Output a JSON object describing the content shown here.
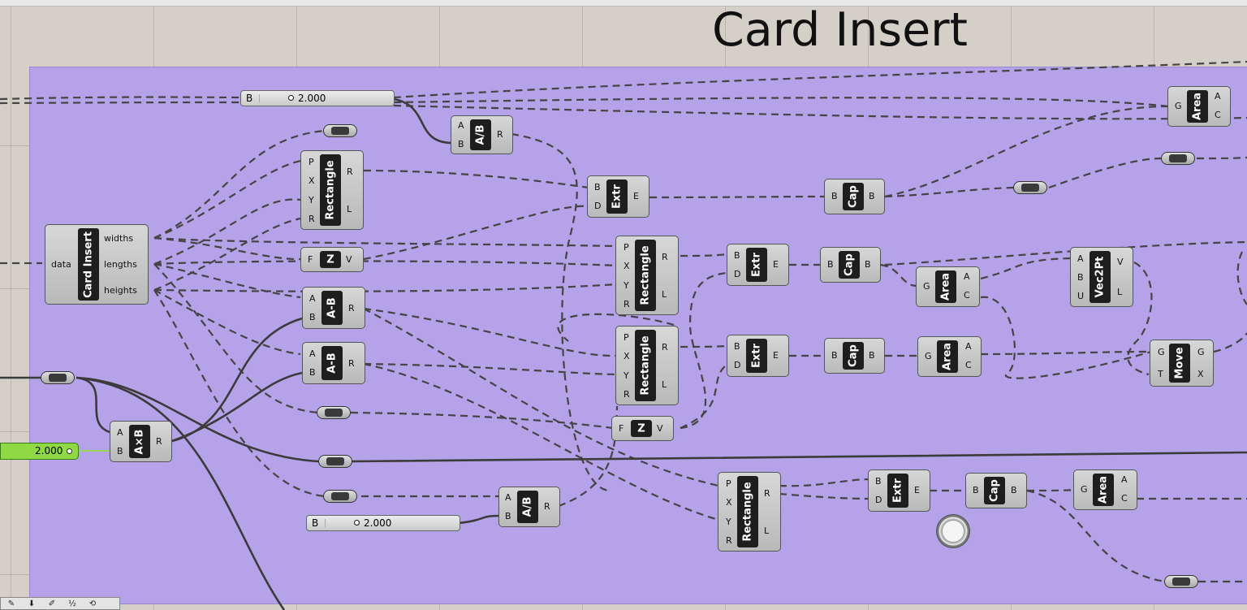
{
  "group": {
    "title": "Card Insert",
    "color": "#b4a3e8"
  },
  "components": [
    {
      "id": "cardinsert",
      "nick": "Card Insert",
      "inputs": [
        "data"
      ],
      "outputs": [
        "widths",
        "lengths",
        "heights"
      ]
    },
    {
      "id": "rect1",
      "nick": "Rectangle",
      "inputs": [
        "P",
        "X",
        "Y",
        "R"
      ],
      "outputs": [
        "R",
        "L"
      ]
    },
    {
      "id": "z1",
      "nick": "Z",
      "inputs": [
        "F"
      ],
      "outputs": [
        "V"
      ]
    },
    {
      "id": "sub1",
      "nick": "A-B",
      "inputs": [
        "A",
        "B"
      ],
      "outputs": [
        "R"
      ]
    },
    {
      "id": "sub2",
      "nick": "A-B",
      "inputs": [
        "A",
        "B"
      ],
      "outputs": [
        "R"
      ]
    },
    {
      "id": "mul1",
      "nick": "A×B",
      "inputs": [
        "A",
        "B"
      ],
      "outputs": [
        "R"
      ]
    },
    {
      "id": "div1",
      "nick": "A/B",
      "inputs": [
        "A",
        "B"
      ],
      "outputs": [
        "R"
      ]
    },
    {
      "id": "div2",
      "nick": "A/B",
      "inputs": [
        "A",
        "B"
      ],
      "outputs": [
        "R"
      ]
    },
    {
      "id": "extr1",
      "nick": "Extr",
      "inputs": [
        "B",
        "D"
      ],
      "outputs": [
        "E"
      ]
    },
    {
      "id": "rect2",
      "nick": "Rectangle",
      "inputs": [
        "P",
        "X",
        "Y",
        "R"
      ],
      "outputs": [
        "R",
        "L"
      ]
    },
    {
      "id": "rect3",
      "nick": "Rectangle",
      "inputs": [
        "P",
        "X",
        "Y",
        "R"
      ],
      "outputs": [
        "R",
        "L"
      ]
    },
    {
      "id": "z2",
      "nick": "Z",
      "inputs": [
        "F"
      ],
      "outputs": [
        "V"
      ]
    },
    {
      "id": "rect4",
      "nick": "Rectangle",
      "inputs": [
        "P",
        "X",
        "Y",
        "R"
      ],
      "outputs": [
        "R",
        "L"
      ]
    },
    {
      "id": "extr2",
      "nick": "Extr",
      "inputs": [
        "B",
        "D"
      ],
      "outputs": [
        "E"
      ]
    },
    {
      "id": "extr3",
      "nick": "Extr",
      "inputs": [
        "B",
        "D"
      ],
      "outputs": [
        "E"
      ]
    },
    {
      "id": "extr4",
      "nick": "Extr",
      "inputs": [
        "B",
        "D"
      ],
      "outputs": [
        "E"
      ]
    },
    {
      "id": "cap1",
      "nick": "Cap",
      "inputs": [
        "B"
      ],
      "outputs": [
        "B"
      ]
    },
    {
      "id": "cap2",
      "nick": "Cap",
      "inputs": [
        "B"
      ],
      "outputs": [
        "B"
      ]
    },
    {
      "id": "cap3",
      "nick": "Cap",
      "inputs": [
        "B"
      ],
      "outputs": [
        "B"
      ]
    },
    {
      "id": "cap4",
      "nick": "Cap",
      "inputs": [
        "B"
      ],
      "outputs": [
        "B"
      ]
    },
    {
      "id": "area1",
      "nick": "Area",
      "inputs": [
        "G"
      ],
      "outputs": [
        "A",
        "C"
      ]
    },
    {
      "id": "area2",
      "nick": "Area",
      "inputs": [
        "G"
      ],
      "outputs": [
        "A",
        "C"
      ]
    },
    {
      "id": "area3",
      "nick": "Area",
      "inputs": [
        "G"
      ],
      "outputs": [
        "A",
        "C"
      ]
    },
    {
      "id": "area4",
      "nick": "Area",
      "inputs": [
        "G"
      ],
      "outputs": [
        "A",
        "C"
      ]
    },
    {
      "id": "vec2pt",
      "nick": "Vec2Pt",
      "inputs": [
        "A",
        "B",
        "U"
      ],
      "outputs": [
        "V",
        "L"
      ]
    },
    {
      "id": "move",
      "nick": "Move",
      "inputs": [
        "G",
        "T"
      ],
      "outputs": [
        "G",
        "X"
      ]
    }
  ],
  "sliders": [
    {
      "id": "slider1",
      "label": "B",
      "value": "2.000"
    },
    {
      "id": "slider2",
      "label": "B",
      "value": "2.000"
    }
  ],
  "number_param": {
    "value": "2.000",
    "color": "#8ed944"
  },
  "toolbar": [
    "✎",
    "⬇",
    "✐",
    "½",
    "⟲"
  ]
}
